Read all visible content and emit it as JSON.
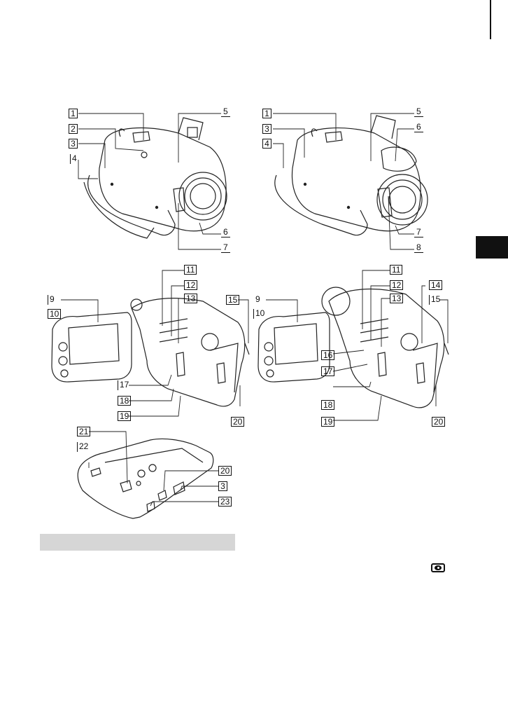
{
  "labels": {
    "l1a": "1",
    "l2a": "2",
    "l3a": "3",
    "l4a": "4",
    "l5a": "5",
    "l6a": "6",
    "l7a": "7",
    "l1b": "1",
    "l3b": "3",
    "l4b": "4",
    "l5b": "5",
    "l6b": "6",
    "l7b": "7",
    "l8b": "8",
    "l9a": "9",
    "l10a": "10",
    "l11a": "11",
    "l12a": "12",
    "l13a": "13",
    "l15a": "15",
    "l17a": "17",
    "l18a": "18",
    "l19a": "19",
    "l20a": "20",
    "l9b": "9",
    "l10b": "10",
    "l11b": "11",
    "l12b": "12",
    "l13b": "13",
    "l14b": "14",
    "l15b": "15",
    "l16b": "16",
    "l17b": "17",
    "l18b": "18",
    "l19b": "19",
    "l20b": "20",
    "l21c": "21",
    "l22c": "22",
    "l20c": "20",
    "l3c": "3",
    "l23c": "23"
  },
  "colors": {
    "ink": "#111111",
    "bar": "#d6d6d6",
    "tab": "#111111"
  },
  "icons": [
    "eye-icon"
  ]
}
